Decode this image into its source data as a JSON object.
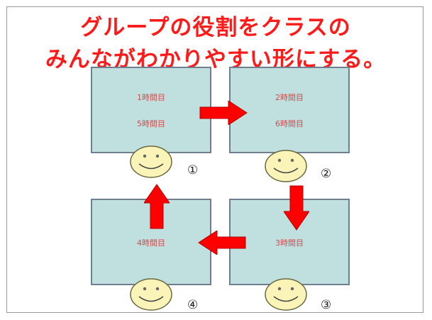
{
  "title": {
    "line1": "グループの役割をクラスの",
    "line2": "みんながわかりやすい形にする。"
  },
  "panels": [
    {
      "labels": [
        "1時間目",
        "5時間目"
      ],
      "number": "①"
    },
    {
      "labels": [
        "2時間目",
        "6時間目"
      ],
      "number": "②"
    },
    {
      "labels": [
        "3時間目"
      ],
      "number": "③"
    },
    {
      "labels": [
        "4時間目"
      ],
      "number": "④"
    }
  ],
  "colors": {
    "title": "#ff1a1a",
    "panel_fill": "#bfe0df",
    "panel_border": "#6f7f8f",
    "arrow": "#ff0000",
    "face": "#fbf4b9"
  }
}
